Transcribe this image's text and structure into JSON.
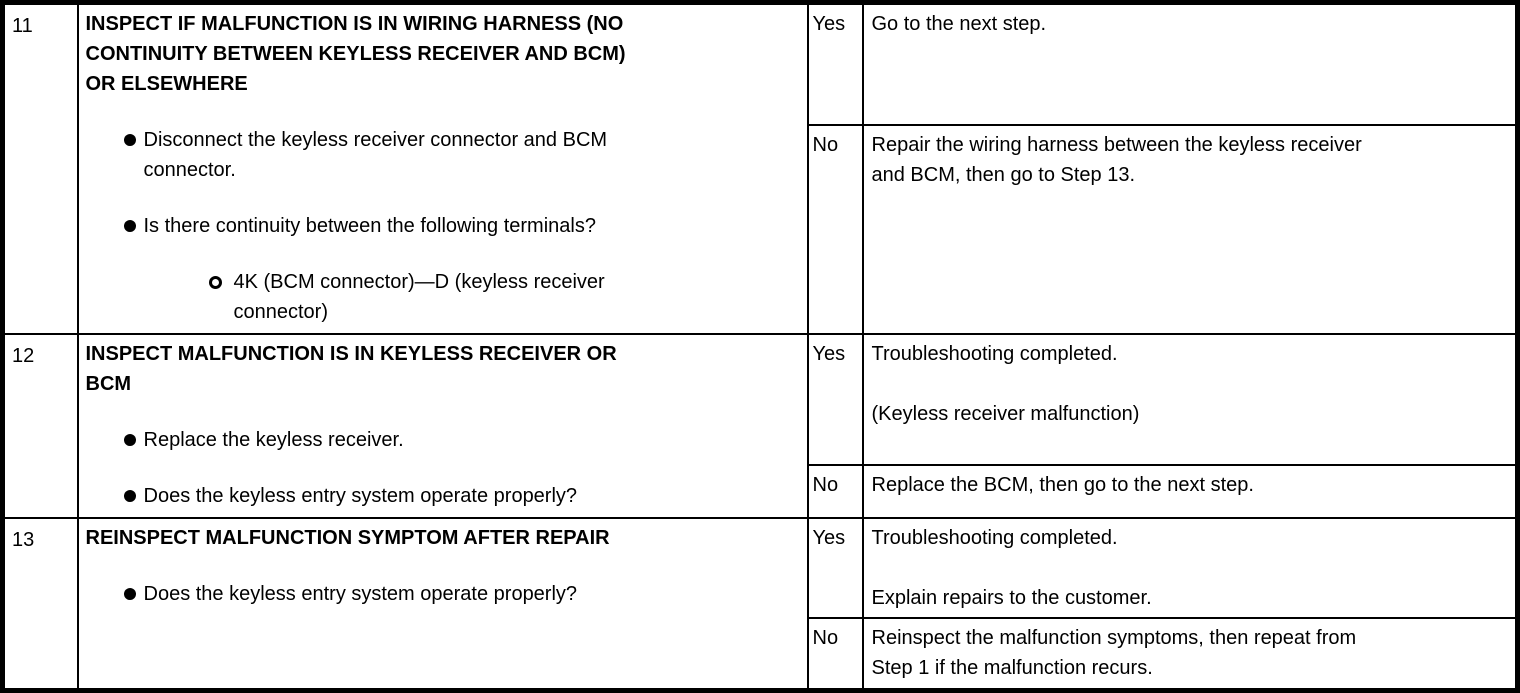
{
  "icons": {
    "bullet": "filled-circle",
    "sub_bullet": "open-circle"
  },
  "steps": [
    {
      "num": "11",
      "title_lines": [
        "INSPECT IF MALFUNCTION IS IN WIRING HARNESS (NO",
        "CONTINUITY BETWEEN KEYLESS RECEIVER AND BCM)",
        "OR ELSEWHERE"
      ],
      "bullets": [
        {
          "level": 1,
          "lines": [
            "Disconnect the keyless receiver connector and BCM",
            "connector."
          ]
        },
        {
          "level": 1,
          "lines": [
            "Is there continuity between the following terminals?"
          ]
        },
        {
          "level": 2,
          "lines": [
            "4K (BCM connector)—D (keyless receiver",
            "connector)"
          ]
        }
      ],
      "yes": {
        "label": "Yes",
        "paras": [
          {
            "lines": [
              "Go to the next step."
            ]
          }
        ]
      },
      "no": {
        "label": "No",
        "paras": [
          {
            "lines": [
              "Repair the wiring harness between the keyless receiver",
              "and BCM, then go to Step 13."
            ]
          }
        ]
      }
    },
    {
      "num": "12",
      "title_lines": [
        "INSPECT MALFUNCTION IS IN KEYLESS RECEIVER OR",
        "BCM"
      ],
      "bullets": [
        {
          "level": 1,
          "lines": [
            "Replace the keyless receiver."
          ]
        },
        {
          "level": 1,
          "lines": [
            "Does the keyless entry system operate properly?"
          ]
        }
      ],
      "yes": {
        "label": "Yes",
        "paras": [
          {
            "lines": [
              "Troubleshooting completed."
            ]
          },
          {
            "lines": [
              "(Keyless receiver malfunction)"
            ]
          }
        ]
      },
      "no": {
        "label": "No",
        "paras": [
          {
            "lines": [
              "Replace the BCM, then go to the next step."
            ]
          }
        ]
      }
    },
    {
      "num": "13",
      "title_lines": [
        "REINSPECT MALFUNCTION SYMPTOM AFTER REPAIR"
      ],
      "bullets": [
        {
          "level": 1,
          "lines": [
            "Does the keyless entry system operate properly?"
          ]
        }
      ],
      "yes": {
        "label": "Yes",
        "paras": [
          {
            "lines": [
              "Troubleshooting completed."
            ]
          },
          {
            "lines": [
              "Explain repairs to the customer."
            ]
          }
        ]
      },
      "no": {
        "label": "No",
        "paras": [
          {
            "lines": [
              "Reinspect the malfunction symptoms, then repeat from",
              "Step 1 if the malfunction recurs."
            ]
          }
        ]
      }
    }
  ]
}
